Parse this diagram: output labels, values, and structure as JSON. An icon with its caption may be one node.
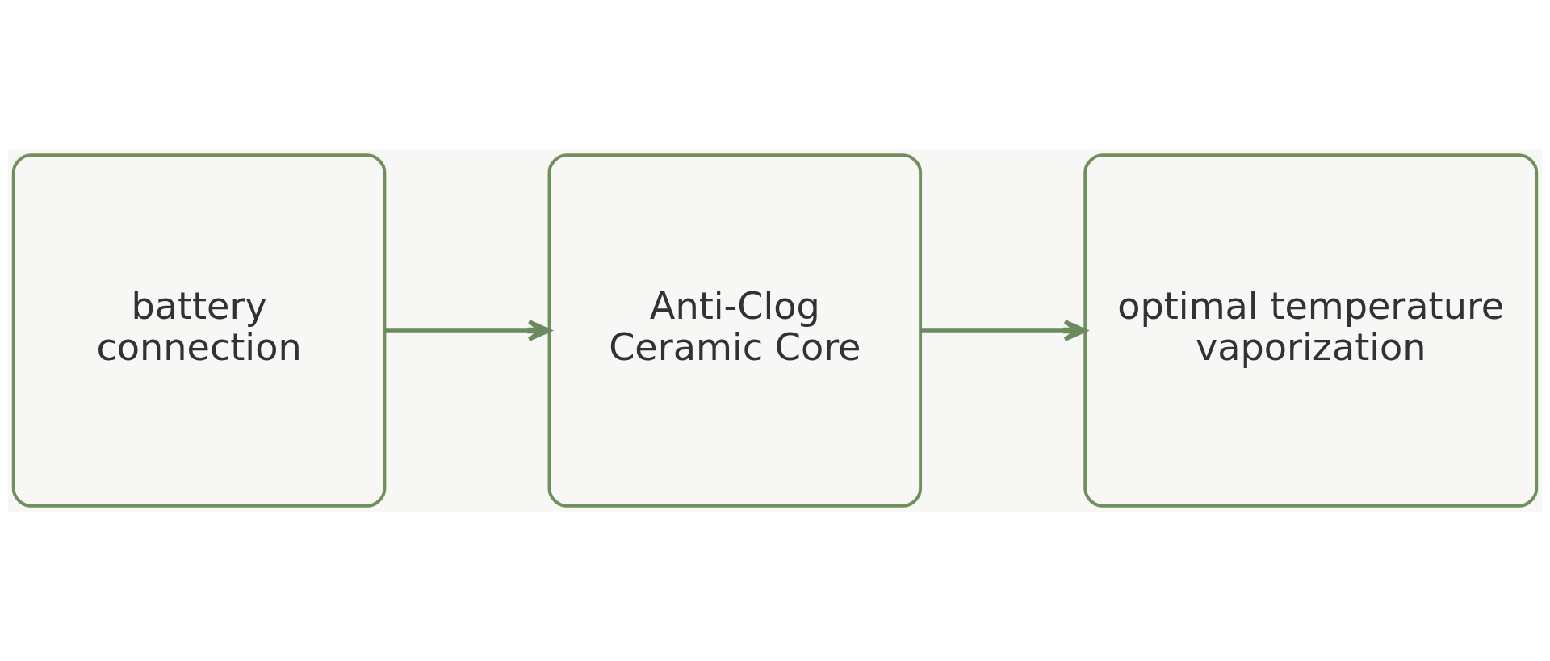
{
  "diagram": {
    "nodes": [
      {
        "text": [
          "battery connection"
        ]
      },
      {
        "text": [
          "Anti-Clog Ceramic Core"
        ]
      },
      {
        "text": [
          "optimal temperature vaporization"
        ]
      }
    ],
    "edges": [
      {
        "from": 0,
        "to": 1,
        "arrow": "to"
      },
      {
        "from": 1,
        "to": 2,
        "arrow": "to"
      }
    ]
  }
}
